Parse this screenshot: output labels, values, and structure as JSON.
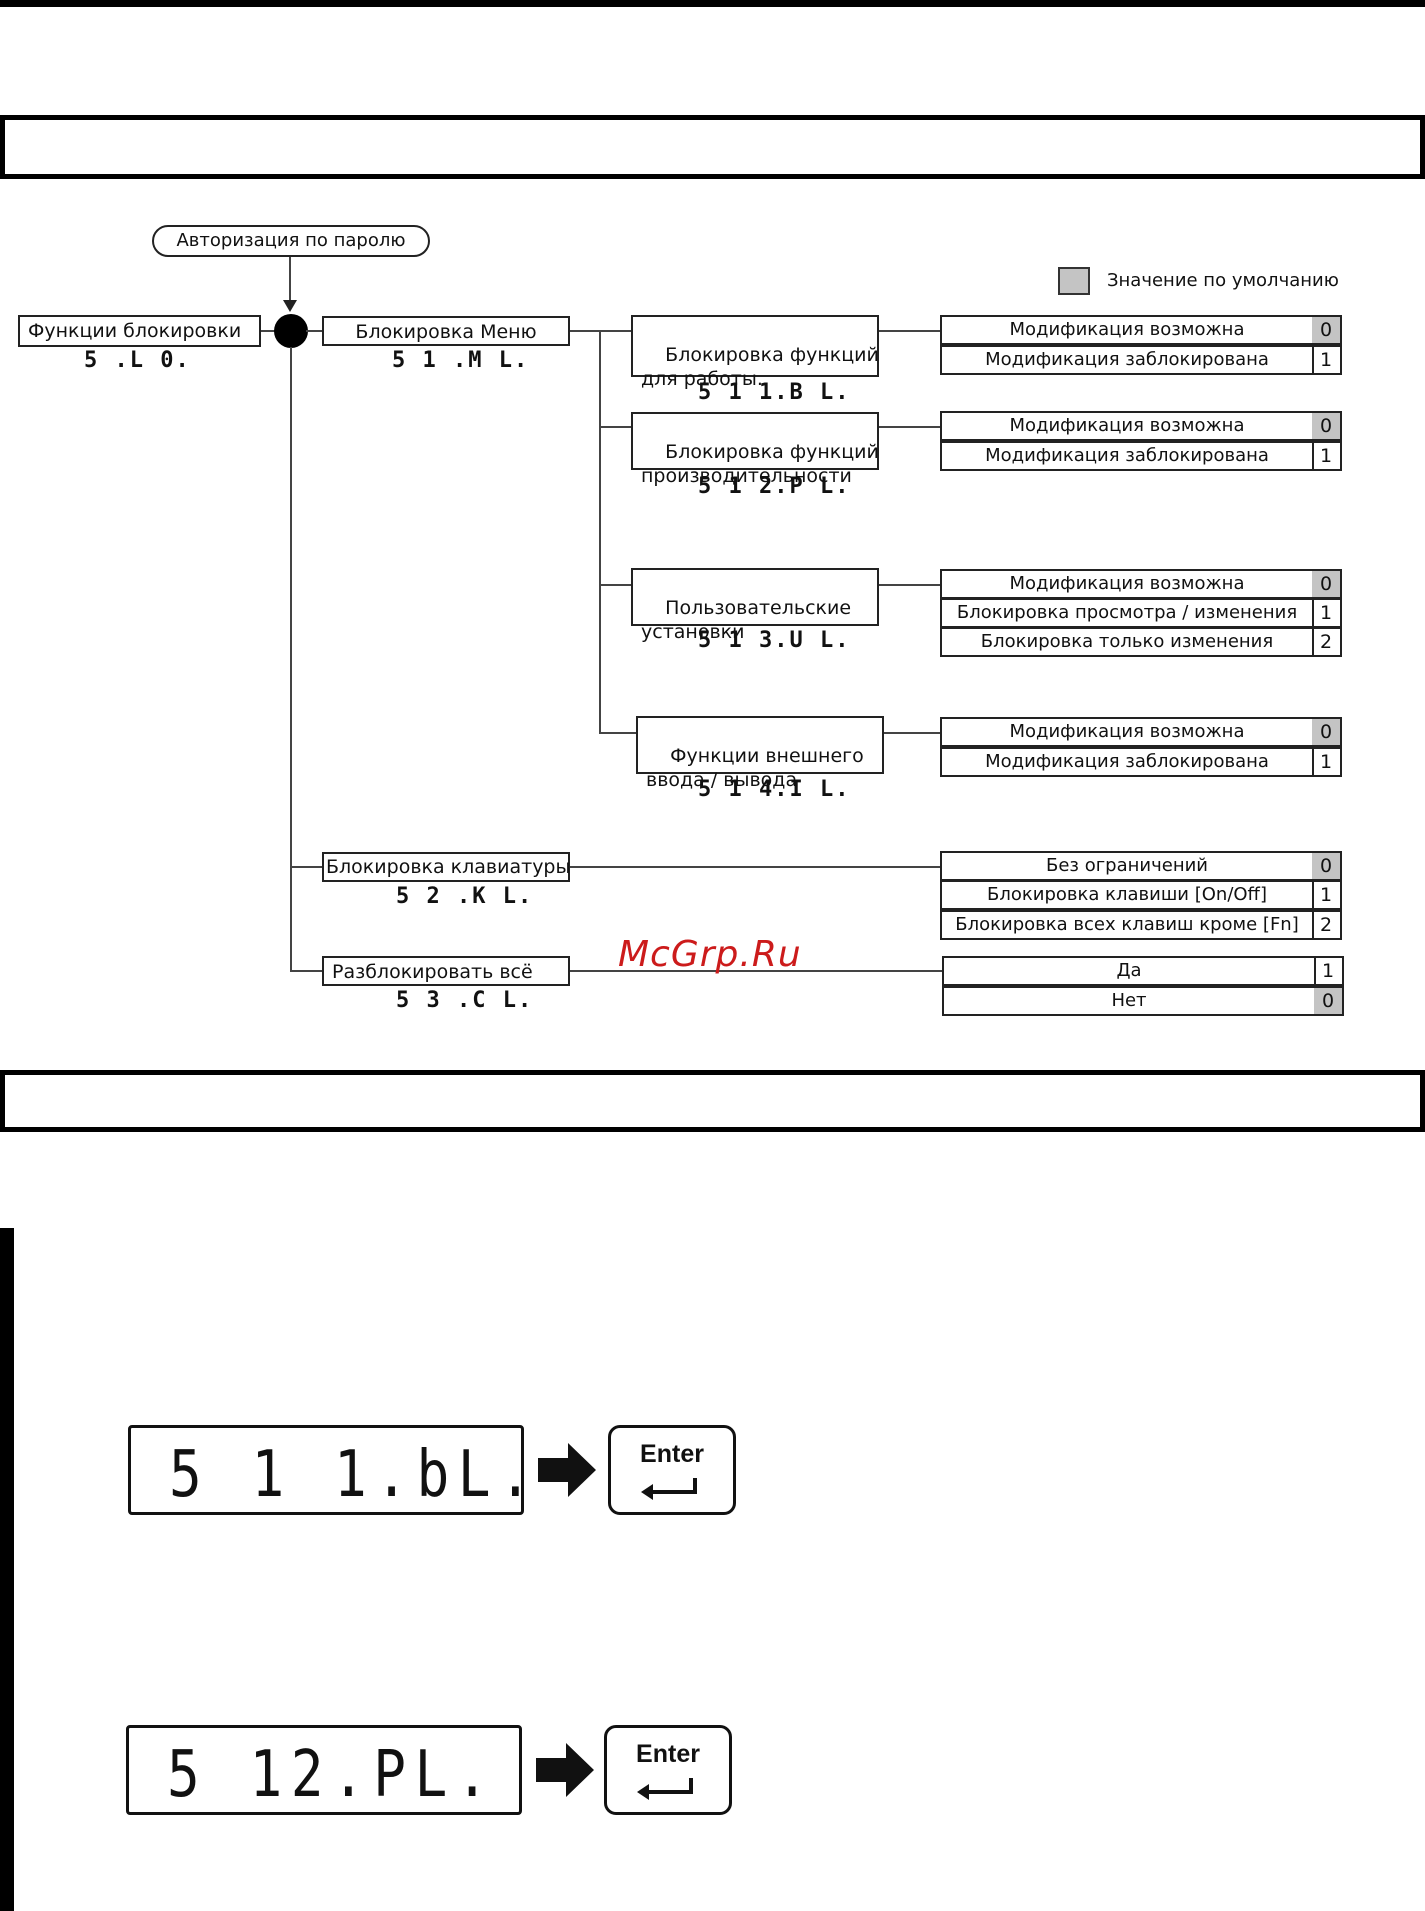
{
  "header": {},
  "diagram": {
    "auth": "Авторизация по паролю",
    "legend": {
      "text": "Значение по умолчанию",
      "swatch_color": "#c4c4c4"
    },
    "root": {
      "label": "Функции блокировки",
      "code": "5   .L 0."
    },
    "menu_lock": {
      "label": "Блокировка Меню",
      "code": "5 1  .M L.",
      "groups": [
        {
          "label": "Блокировка функций\nдля работы.",
          "code": "5 1 1.B L.",
          "options": [
            {
              "text": "Модификация возможна",
              "value": "0"
            },
            {
              "text": "Модификация заблокирована",
              "value": "1"
            }
          ]
        },
        {
          "label": "Блокировка функций\nпроизводительности",
          "code": "5 1 2.P L.",
          "options": [
            {
              "text": "Модификация возможна",
              "value": "0"
            },
            {
              "text": "Модификация заблокирована",
              "value": "1"
            }
          ]
        },
        {
          "label": "Пользовательские\nустановки",
          "code": "5 1 3.U L.",
          "options": [
            {
              "text": "Модификация возможна",
              "value": "0"
            },
            {
              "text": "Блокировка просмотра / изменения",
              "value": "1"
            },
            {
              "text": "Блокировка только изменения",
              "value": "2"
            }
          ]
        },
        {
          "label": "Функции внешнего\nввода / вывода",
          "code": "5 1 4.I L.",
          "options": [
            {
              "text": "Модификация возможна",
              "value": "0"
            },
            {
              "text": "Модификация заблокирована",
              "value": "1"
            }
          ]
        }
      ]
    },
    "keyboard_lock": {
      "label": "Блокировка клавиатуры",
      "code": "5 2  .K L.",
      "options": [
        {
          "text": "Без ограничений",
          "value": "0"
        },
        {
          "text": "Блокировка клавиши [On/Off]",
          "value": "1"
        },
        {
          "text": "Блокировка всех клавиш кроме [Fn]",
          "value": "2"
        }
      ]
    },
    "unlock_all": {
      "label": "Разблокировать всё",
      "code": "5 3  .C L.",
      "options": [
        {
          "text": "Да",
          "value": "1"
        },
        {
          "text": "Нет",
          "value": "0"
        }
      ]
    }
  },
  "watermark": "McGrp.Ru",
  "steps": [
    {
      "display": "5 1 1.bL.",
      "key": "Enter"
    },
    {
      "display": "5 12.PL.",
      "key": "Enter"
    }
  ]
}
